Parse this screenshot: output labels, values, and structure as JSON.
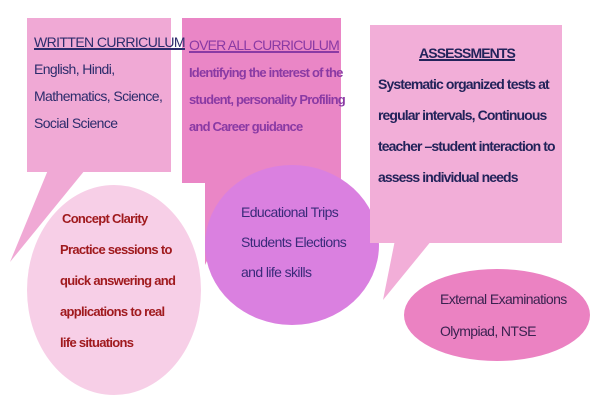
{
  "colors": {
    "box1": "#f0a9d5",
    "box2": "#ea86c6",
    "box3": "#f2aed8",
    "ellipse1": "#f7cfe7",
    "ellipse2": "#da80e0",
    "ellipse3": "#eb82c2"
  },
  "written": {
    "title": "WRITTEN CURRICULUM",
    "lines": [
      "English, Hindi,",
      "Mathematics, Science,",
      "Social Science"
    ]
  },
  "written_bubble": {
    "lines": [
      "Concept Clarity",
      "Practice sessions to",
      "quick answering and",
      "applications to real",
      "life situations"
    ]
  },
  "overall": {
    "title": "OVER ALL CURRICULUM",
    "lines": [
      "Identifying the interest of the",
      "student, personality Profiling",
      "and Career guidance"
    ]
  },
  "overall_bubble": {
    "lines": [
      "Educational Trips",
      "Students Elections",
      "and life skills"
    ]
  },
  "assess": {
    "title": "ASSESSMENTS",
    "lines": [
      "Systematic organized tests at",
      "regular intervals, Continuous",
      "teacher –student interaction to",
      "assess individual needs"
    ]
  },
  "assess_bubble": {
    "lines": [
      "External Examinations",
      "Olympiad, NTSE"
    ]
  }
}
